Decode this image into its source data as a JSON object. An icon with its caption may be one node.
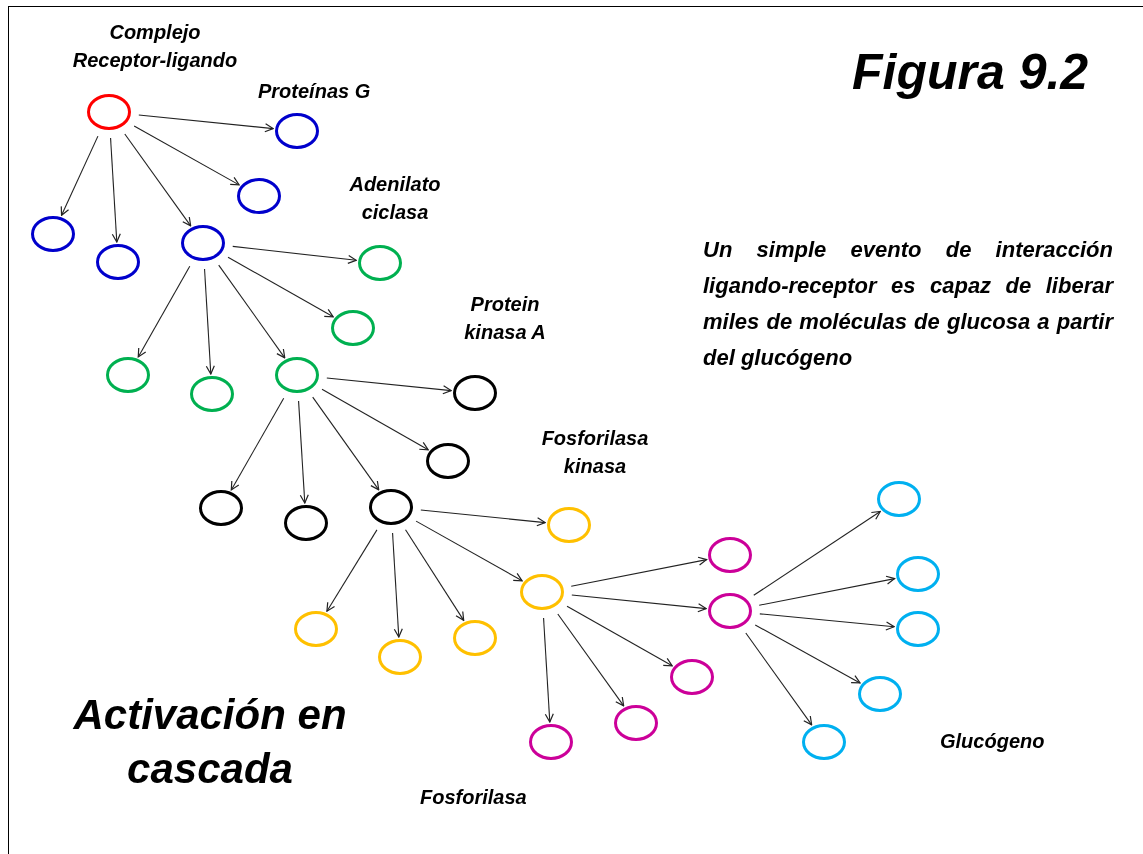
{
  "diagram": {
    "title": "Figura 9.2",
    "nodes": [
      {
        "text": [],
        "shape": "circle"
      },
      {
        "text": [],
        "shape": "circle"
      },
      {
        "text": [],
        "shape": "circle"
      },
      {
        "text": [],
        "shape": "circle"
      },
      {
        "text": [],
        "shape": "circle"
      },
      {
        "text": [],
        "shape": "circle"
      },
      {
        "text": [],
        "shape": "circle"
      },
      {
        "text": [],
        "shape": "circle"
      },
      {
        "text": [],
        "shape": "circle"
      },
      {
        "text": [],
        "shape": "circle"
      },
      {
        "text": [],
        "shape": "circle"
      },
      {
        "text": [],
        "shape": "circle"
      },
      {
        "text": [],
        "shape": "circle"
      },
      {
        "text": [],
        "shape": "circle"
      },
      {
        "text": [],
        "shape": "circle"
      },
      {
        "text": [],
        "shape": "circle"
      },
      {
        "text": [],
        "shape": "circle"
      },
      {
        "text": [],
        "shape": "circle"
      },
      {
        "text": [],
        "shape": "circle"
      },
      {
        "text": [],
        "shape": "circle"
      },
      {
        "text": [],
        "shape": "circle"
      },
      {
        "text": [],
        "shape": "circle"
      },
      {
        "text": [],
        "shape": "circle"
      },
      {
        "text": [],
        "shape": "circle"
      },
      {
        "text": [],
        "shape": "circle"
      },
      {
        "text": [],
        "shape": "circle"
      },
      {
        "text": [],
        "shape": "circle"
      },
      {
        "text": [],
        "shape": "circle"
      },
      {
        "text": [],
        "shape": "circle"
      },
      {
        "text": [],
        "shape": "circle"
      },
      {
        "text": [],
        "shape": "circle"
      }
    ],
    "edges": [
      {
        "from": 0,
        "to": 1,
        "arrow": "to"
      },
      {
        "from": 0,
        "to": 2,
        "arrow": "to"
      },
      {
        "from": 0,
        "to": 3,
        "arrow": "to"
      },
      {
        "from": 0,
        "to": 4,
        "arrow": "to"
      },
      {
        "from": 0,
        "to": 5,
        "arrow": "to"
      },
      {
        "from": 5,
        "to": 6,
        "arrow": "to"
      },
      {
        "from": 5,
        "to": 7,
        "arrow": "to"
      },
      {
        "from": 5,
        "to": 8,
        "arrow": "to"
      },
      {
        "from": 5,
        "to": 9,
        "arrow": "to"
      },
      {
        "from": 5,
        "to": 10,
        "arrow": "to"
      },
      {
        "from": 10,
        "to": 11,
        "arrow": "to"
      },
      {
        "from": 10,
        "to": 12,
        "arrow": "to"
      },
      {
        "from": 10,
        "to": 13,
        "arrow": "to"
      },
      {
        "from": 10,
        "to": 14,
        "arrow": "to"
      },
      {
        "from": 10,
        "to": 15,
        "arrow": "to"
      },
      {
        "from": 15,
        "to": 16,
        "arrow": "to"
      },
      {
        "from": 15,
        "to": 17,
        "arrow": "to"
      },
      {
        "from": 15,
        "to": 18,
        "arrow": "to"
      },
      {
        "from": 15,
        "to": 19,
        "arrow": "to"
      },
      {
        "from": 15,
        "to": 20,
        "arrow": "to"
      },
      {
        "from": 20,
        "to": 21,
        "arrow": "to"
      },
      {
        "from": 20,
        "to": 22,
        "arrow": "to"
      },
      {
        "from": 20,
        "to": 23,
        "arrow": "to"
      },
      {
        "from": 20,
        "to": 24,
        "arrow": "to"
      },
      {
        "from": 20,
        "to": 25,
        "arrow": "to"
      },
      {
        "from": 22,
        "to": 26,
        "arrow": "to"
      },
      {
        "from": 22,
        "to": 27,
        "arrow": "to"
      },
      {
        "from": 22,
        "to": 28,
        "arrow": "to"
      },
      {
        "from": 22,
        "to": 29,
        "arrow": "to"
      },
      {
        "from": 22,
        "to": 30,
        "arrow": "to"
      }
    ],
    "labels": [
      "Complejo Receptor-ligando",
      "Proteínas G",
      "Adenilato ciclasa",
      "Un simple evento de interacción ligando-receptor es capaz de liberar miles de moléculas de glucosa a partir del glucógeno",
      "Protein kinasa A",
      "Fosforilasa kinasa",
      "Activación en cascada",
      "Glucógeno",
      "Fosforilasa"
    ]
  }
}
